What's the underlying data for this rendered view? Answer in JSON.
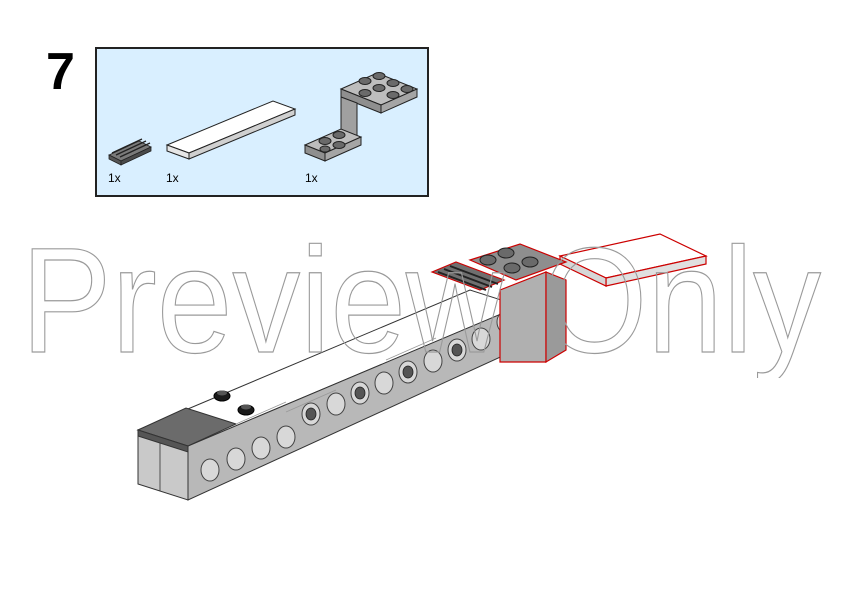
{
  "step": {
    "number": "7"
  },
  "parts_list": {
    "items": [
      {
        "name": "grille-tile-icon",
        "quantity": "1x"
      },
      {
        "name": "white-tile-icon",
        "quantity": "1x"
      },
      {
        "name": "bracket-icon",
        "quantity": "1x"
      }
    ]
  },
  "watermark": {
    "text": "Preview Only"
  },
  "colors": {
    "callout_background": "#d9efff",
    "light_gray": "#bfbfbf",
    "dark_gray": "#6b6b6b",
    "highlight": "#cc0000"
  }
}
